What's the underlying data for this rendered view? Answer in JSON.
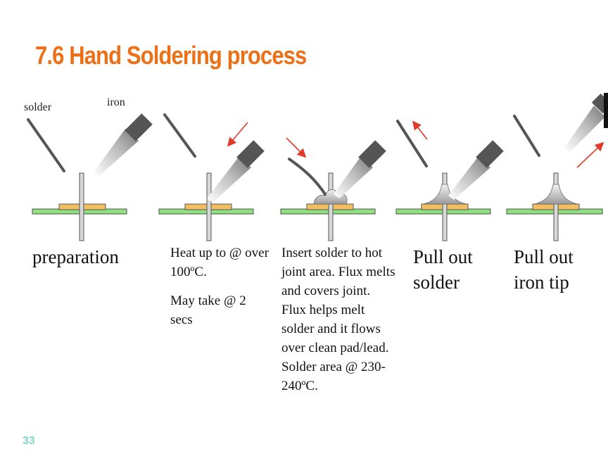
{
  "slide": {
    "title": "7.6 Hand Soldering process",
    "page_number": "33"
  },
  "labels": {
    "solder": "solder",
    "iron": "iron"
  },
  "steps": [
    {
      "caption": "preparation"
    },
    {
      "caption_line1": "Heat up to @ over 100ºC.",
      "caption_line2": "May take @ 2 secs"
    },
    {
      "caption": "Insert solder to hot joint area. Flux melts and covers joint. Flux helps melt solder and it flows over clean pad/lead. Solder area @ 230-240ºC."
    },
    {
      "caption": "Pull out solder"
    },
    {
      "caption": "Pull out iron tip"
    }
  ],
  "colors": {
    "title": "#ec7017",
    "board": "#8fe07e",
    "pad": "#f3be62",
    "arrow": "#e03a2b",
    "page_number": "#7fd7cf"
  }
}
